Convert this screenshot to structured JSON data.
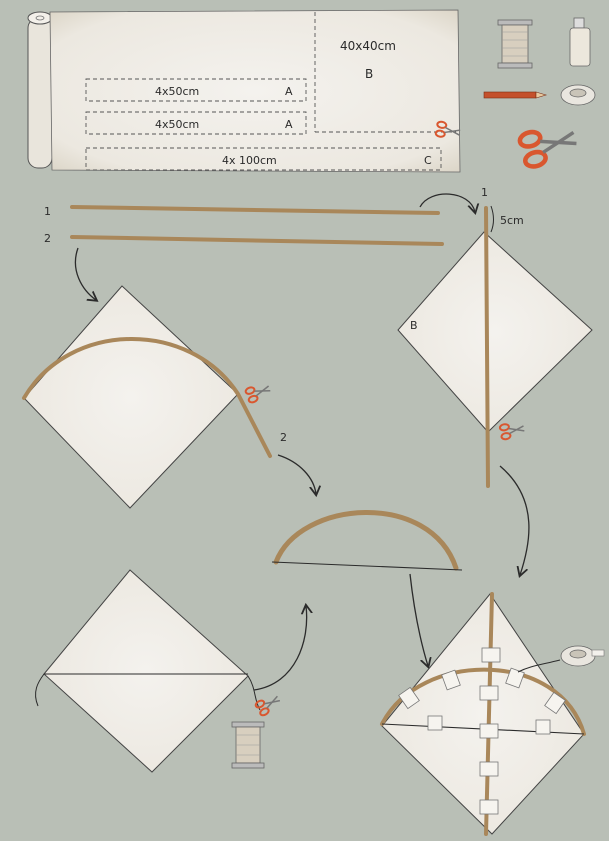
{
  "paper_sheet": {
    "piece_a1_label": "4x50cm",
    "piece_a1_letter": "A",
    "piece_a2_label": "4x50cm",
    "piece_a2_letter": "A",
    "piece_b_label": "40x40cm",
    "piece_b_letter": "B",
    "piece_c_label": "4x 100cm",
    "piece_c_letter": "C"
  },
  "sticks": {
    "stick_1_number": "1",
    "stick_2_number": "2",
    "stick_1_top_number": "1",
    "offset_label": "5cm",
    "bent_stick_number": "2"
  },
  "sail": {
    "square_letter": "B"
  },
  "colors": {
    "background": "#b9bfb6",
    "paper": "#efece6",
    "stick": "#a9875a",
    "ink": "#2b2b2b",
    "scissors": "#d9572f"
  },
  "icons": [
    "paper-roll-icon",
    "thread-spool-icon",
    "glue-bottle-icon",
    "pencil-icon",
    "tape-roll-icon",
    "scissors-icon"
  ]
}
